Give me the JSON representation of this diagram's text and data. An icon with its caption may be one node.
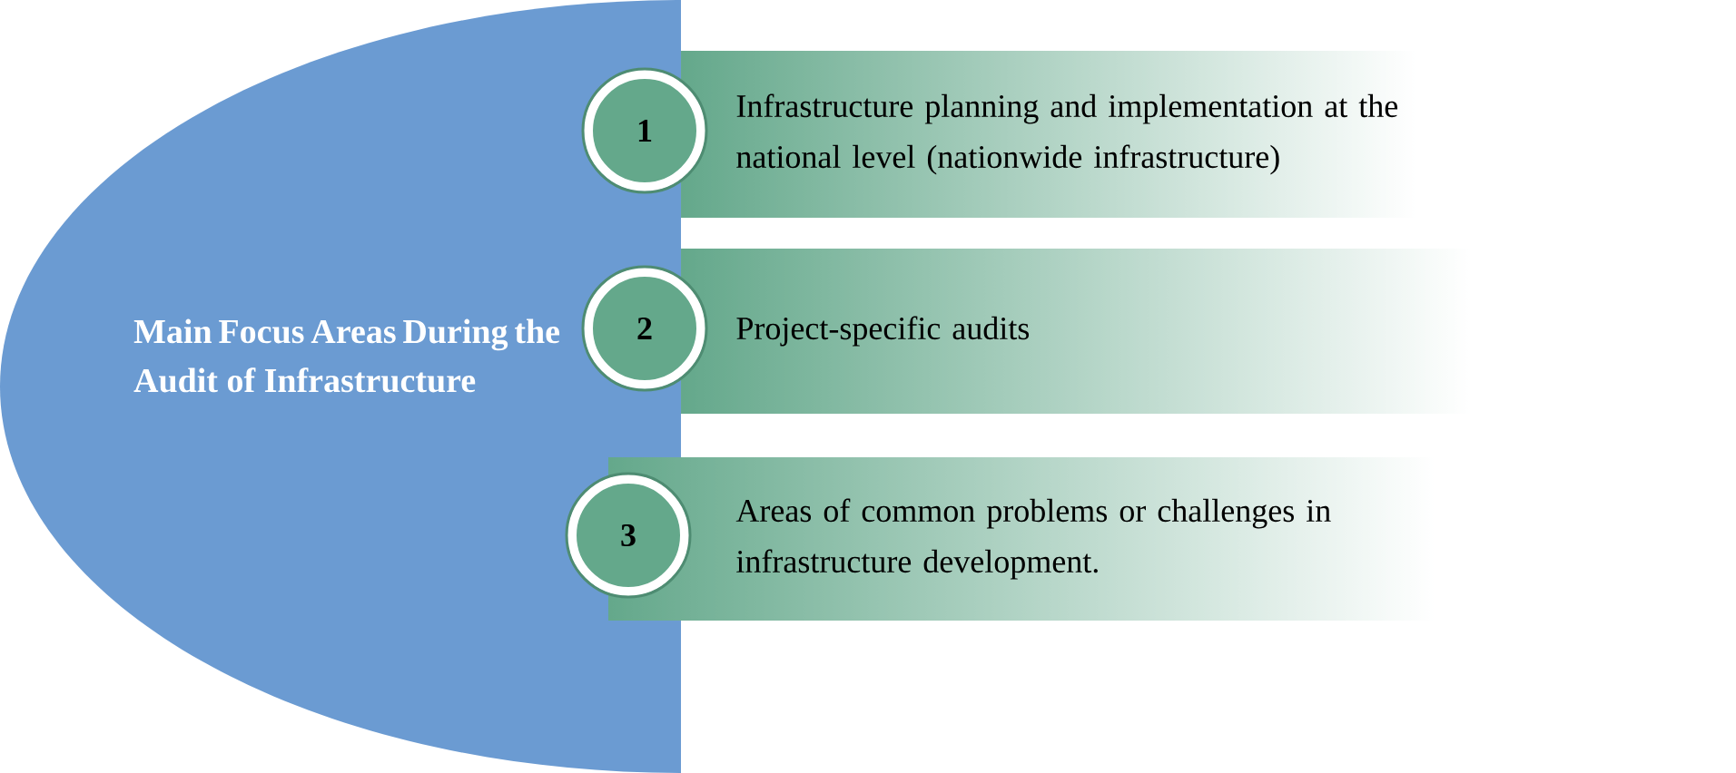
{
  "diagram": {
    "nodes": [
      {
        "text": [
          "Main Focus Areas During the Audit of Infrastructure"
        ]
      },
      {
        "text": [
          "1"
        ]
      },
      {
        "text": [
          "Infrastructure planning and implementation at the national level (nationwide infrastructure)"
        ]
      },
      {
        "text": [
          "2"
        ]
      },
      {
        "text": [
          "Project-specific audits"
        ]
      },
      {
        "text": [
          "3"
        ]
      },
      {
        "text": [
          "Areas of common problems or challenges in infrastructure development."
        ]
      }
    ]
  }
}
